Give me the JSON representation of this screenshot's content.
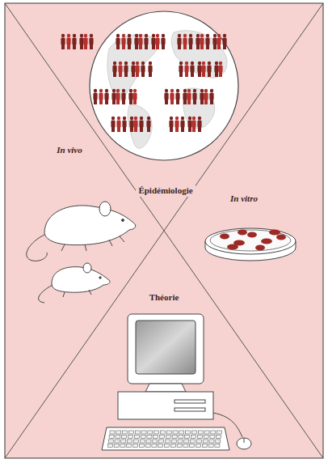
{
  "diagram": {
    "labels": [
      "Épidémiologie",
      "In vivo",
      "In vitro",
      "Théorie"
    ]
  }
}
